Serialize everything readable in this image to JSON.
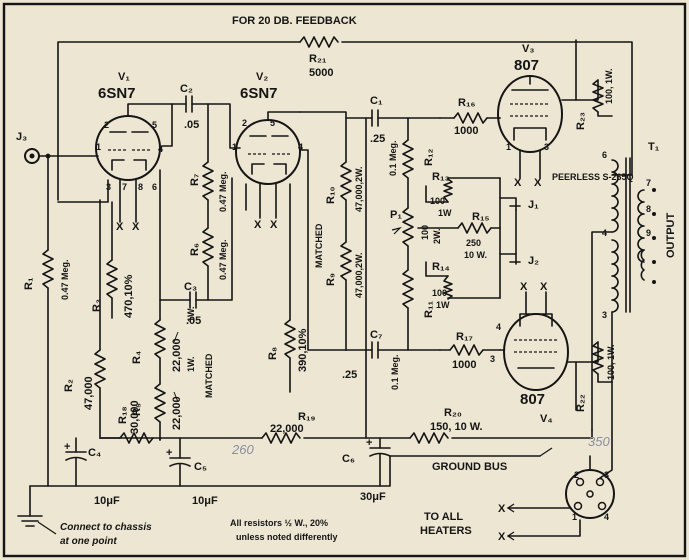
{
  "feedback_title": "FOR 20 DB. FEEDBACK",
  "tubes": {
    "v1": {
      "label": "V₁",
      "type": "6SN7"
    },
    "v2": {
      "label": "V₂",
      "type": "6SN7"
    },
    "v3": {
      "label": "V₃",
      "type": "807"
    },
    "v4": {
      "label": "V₄",
      "type": "807"
    }
  },
  "resistors": {
    "r1": {
      "name": "R₁",
      "value": "0.47 Meg."
    },
    "r2": {
      "name": "R₂",
      "value": "47,000"
    },
    "r3": {
      "name": "R₃",
      "value": "470,10%"
    },
    "r4": {
      "name": "R₄",
      "value": "22,000",
      "rating": "1W."
    },
    "r5": {
      "name": "R₅",
      "value": "22,000",
      "rating": "1W."
    },
    "r6": {
      "name": "R₆",
      "value": "0.47 Meg."
    },
    "r7": {
      "name": "R₇",
      "value": "0.47 Meg."
    },
    "r8": {
      "name": "R₈",
      "value": "390,10%"
    },
    "r9": {
      "name": "R₉",
      "value": "47,000,2W."
    },
    "r10": {
      "name": "R₁₀",
      "value": "47,000,2W."
    },
    "r11": {
      "name": "R₁₁",
      "value": "0.1 Meg."
    },
    "r12": {
      "name": "R₁₂",
      "value": "0.1 Meg."
    },
    "r13": {
      "name": "R₁₃",
      "value": "100",
      "rating": "1W"
    },
    "r14": {
      "name": "R₁₄",
      "value": "100",
      "rating": "1W"
    },
    "r15": {
      "name": "R₁₅",
      "value": "250",
      "rating": "10 W."
    },
    "r16": {
      "name": "R₁₆",
      "value": "1000"
    },
    "r17": {
      "name": "R₁₇",
      "value": "1000"
    },
    "r18": {
      "name": "R₁₈",
      "value": "30,000"
    },
    "r19": {
      "name": "R₁₉",
      "value": "22,000"
    },
    "r20": {
      "name": "R₂₀",
      "value": "150, 10 W."
    },
    "r21": {
      "name": "R₂₁",
      "value": "5000"
    },
    "r22": {
      "name": "R₂₂",
      "value": "100, 1W."
    },
    "r23": {
      "name": "R₂₃",
      "value": "100, 1W."
    },
    "p1": {
      "name": "P₁",
      "value": "100",
      "rating": "2W."
    }
  },
  "capacitors": {
    "c1": {
      "name": "C₁",
      "value": ".25"
    },
    "c2": {
      "name": "C₂",
      "value": ".05"
    },
    "c3": {
      "name": "C₃",
      "value": ".05"
    },
    "c4": {
      "name": "C₄",
      "value": "10μF"
    },
    "c5": {
      "name": "C₅",
      "value": "10μF"
    },
    "c6": {
      "name": "C₆",
      "value": "30μF"
    },
    "c7": {
      "name": "C₇",
      "value": ".25"
    }
  },
  "labels": {
    "j1": "J₁",
    "j2": "J₂",
    "j3": "J₃",
    "transformer": "T₁",
    "transformer_model": "PEERLESS S-265Q",
    "output": "OUTPUT",
    "matched_left": "MATCHED",
    "matched_right": "MATCHED",
    "ground_bus": "GROUND BUS",
    "heaters_line1": "TO ALL",
    "heaters_line2": "HEATERS",
    "heater_x": "X",
    "chassis_note_line1": "Connect to chassis",
    "chassis_note_line2": "at one point",
    "resistor_note_line1": "All resistors ½ W., 20%",
    "resistor_note_line2": "unless noted differently",
    "voltage_260": "260",
    "voltage_350": "350"
  }
}
